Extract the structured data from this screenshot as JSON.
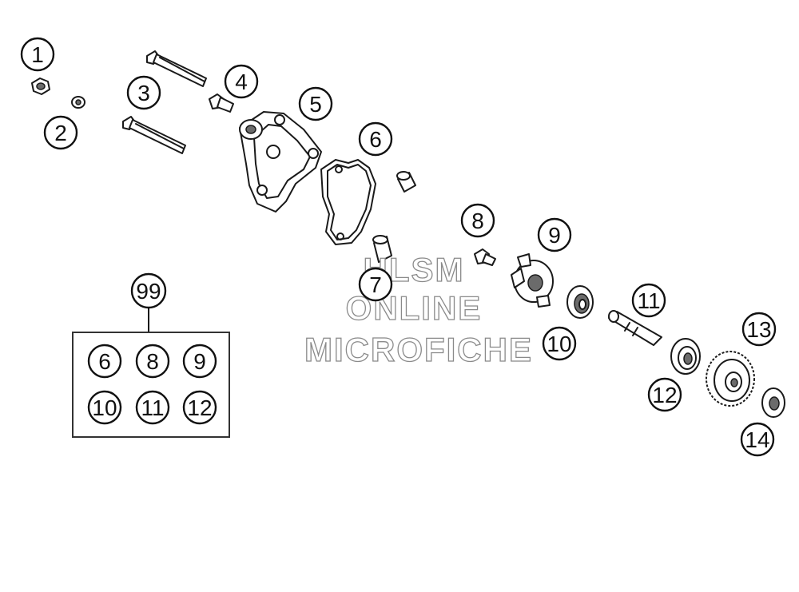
{
  "callouts": [
    {
      "id": "c1",
      "label": "1"
    },
    {
      "id": "c2",
      "label": "2"
    },
    {
      "id": "c3",
      "label": "3"
    },
    {
      "id": "c4",
      "label": "4"
    },
    {
      "id": "c5",
      "label": "5"
    },
    {
      "id": "c6",
      "label": "6"
    },
    {
      "id": "c7",
      "label": "7"
    },
    {
      "id": "c8",
      "label": "8"
    },
    {
      "id": "c9",
      "label": "9"
    },
    {
      "id": "c10",
      "label": "10"
    },
    {
      "id": "c11",
      "label": "11"
    },
    {
      "id": "c12",
      "label": "12"
    },
    {
      "id": "c13",
      "label": "13"
    },
    {
      "id": "c14",
      "label": "14"
    }
  ],
  "kit": {
    "label": "99",
    "items": [
      "6",
      "8",
      "9",
      "10",
      "11",
      "12"
    ]
  },
  "watermark": {
    "line1": "HLSM",
    "line2": "ONLINE",
    "line3": "MICROFICHE"
  }
}
